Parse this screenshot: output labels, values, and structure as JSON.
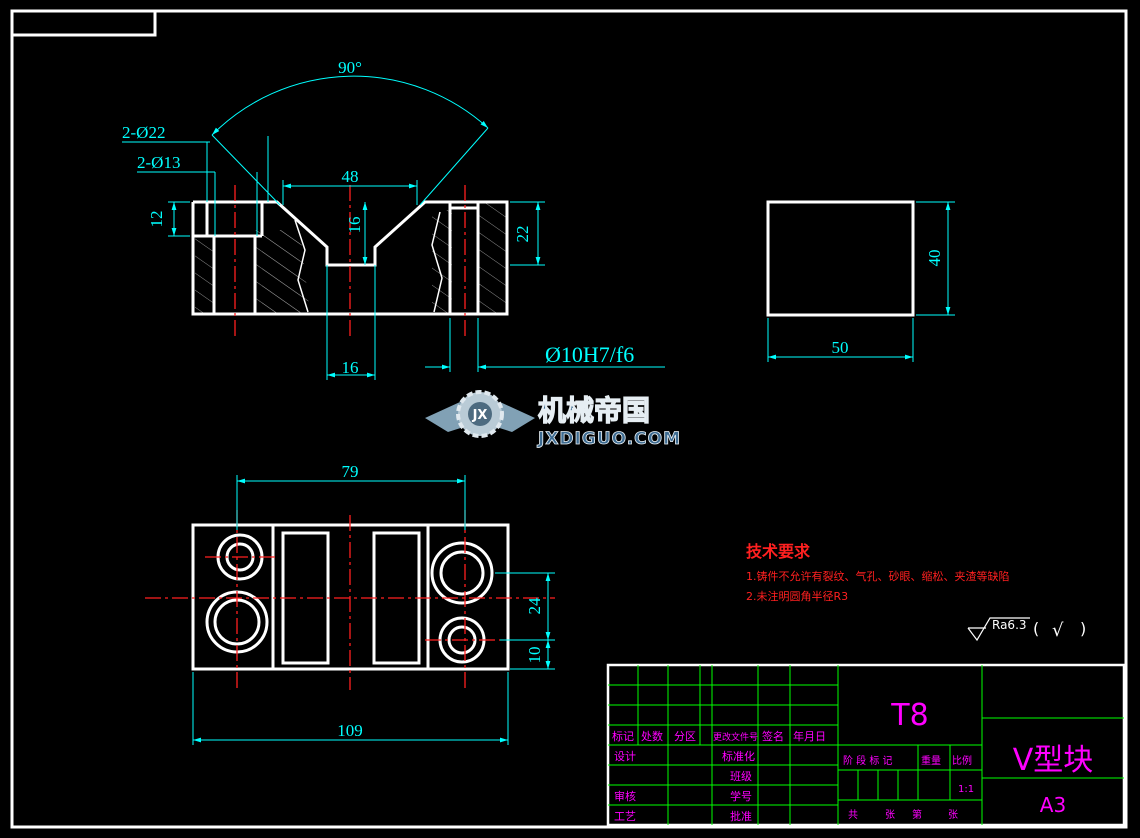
{
  "colors": {
    "background": "#000000",
    "outline": "#ffffff",
    "dimension": "#00ffff",
    "center_line": "#ff0000",
    "title_grid": "#00ff00",
    "title_text": "#ff00ff",
    "hatch": "#888888"
  },
  "front_view": {
    "angle": "90°",
    "holes_large": "2-Ø22",
    "holes_small": "2-Ø13",
    "width_top": "48",
    "depth_left": "12",
    "v_depth": "16",
    "height": "22",
    "width_bottom": "16",
    "fit": "Ø10H7/f6"
  },
  "side_view": {
    "height": "40",
    "width": "50"
  },
  "top_view": {
    "hole_span": "79",
    "pitch": "24",
    "edge": "10",
    "length": "109"
  },
  "watermark": {
    "name": "机械帝国",
    "url": "JXDIGUO.COM",
    "logo": "JX"
  },
  "requirements": {
    "heading": "技术要求",
    "item1": "1.铸件不允许有裂纹、气孔、砂眼、缩松、夹渣等缺陷",
    "item2": "2.未注明圆角半径R3"
  },
  "roughness": {
    "value": "Ra6.3",
    "open": "(",
    "check": "√",
    "close": ")"
  },
  "title_block": {
    "material": "T8",
    "part_name": "V型块",
    "sheet_size": "A3",
    "scale": "1:1",
    "headers": {
      "mark": "标记",
      "count": "处数",
      "zone": "分区",
      "change_doc": "更改文件号",
      "signature": "签名",
      "date": "年月日"
    },
    "roles": {
      "design": "设计",
      "standard": "标准化",
      "class": "班级",
      "review": "审核",
      "student_id": "学号",
      "process": "工艺",
      "approve": "批准"
    },
    "stage": {
      "stage_mark": "阶 段 标 记",
      "weight": "重量",
      "ratio": "比例"
    },
    "sheets": {
      "total": "共",
      "sheet": "张",
      "no": "第",
      "sheet2": "张"
    }
  }
}
